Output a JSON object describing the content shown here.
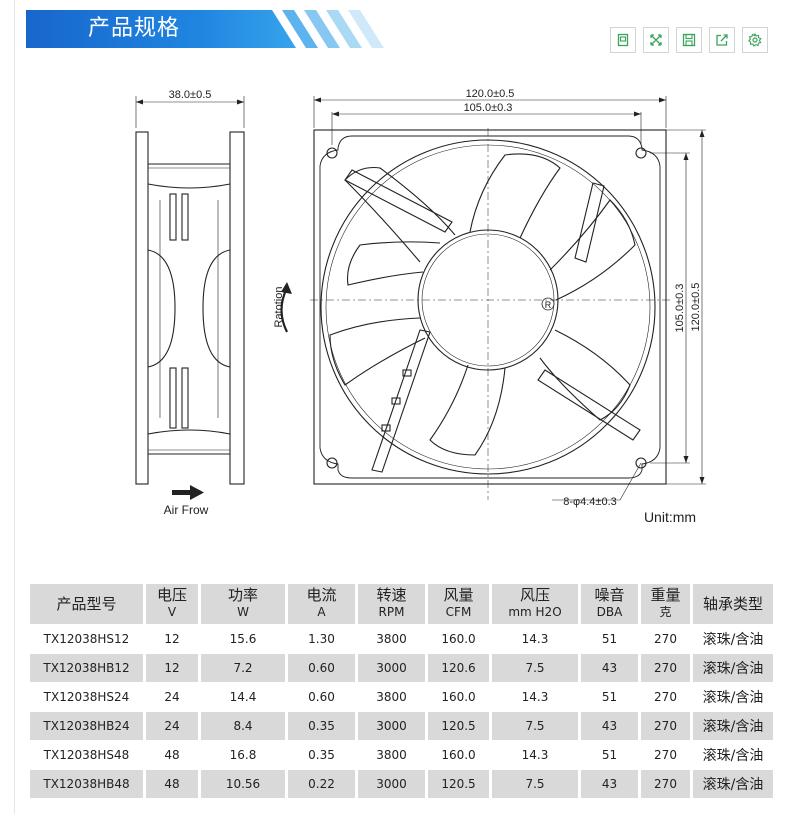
{
  "header": {
    "title": "产品规格"
  },
  "toolbar": {
    "icons": [
      "document-icon",
      "expand-icon",
      "save-icon",
      "share-icon",
      "settings-icon"
    ],
    "accent": "#3aa35a"
  },
  "drawing": {
    "dim_side_width": "38.0±0.5",
    "dim_front_width_outer": "120.0±0.5",
    "dim_front_width_inner": "105.0±0.3",
    "dim_height_inner": "105.0±0.3",
    "dim_height_outer": "120.0±0.5",
    "dim_holes": "8-φ4.4±0.3",
    "rotation_label": "Ratotion",
    "airflow_label": "Air Frow",
    "unit_label": "Unit:mm",
    "registered_mark": "R"
  },
  "table": {
    "headers": [
      {
        "main": "产品型号",
        "unit": ""
      },
      {
        "main": "电压",
        "unit": "V"
      },
      {
        "main": "功率",
        "unit": "W"
      },
      {
        "main": "电流",
        "unit": "A"
      },
      {
        "main": "转速",
        "unit": "RPM"
      },
      {
        "main": "风量",
        "unit": "CFM"
      },
      {
        "main": "风压",
        "unit": "mm H2O"
      },
      {
        "main": "噪音",
        "unit": "DBA"
      },
      {
        "main": "重量",
        "unit": "克"
      },
      {
        "main": "轴承类型",
        "unit": ""
      }
    ],
    "rows": [
      [
        "TX12038HS12",
        "12",
        "15.6",
        "1.30",
        "3800",
        "160.0",
        "14.3",
        "51",
        "270",
        "滚珠/含油"
      ],
      [
        "TX12038HB12",
        "12",
        "7.2",
        "0.60",
        "3000",
        "120.6",
        "7.5",
        "43",
        "270",
        "滚珠/含油"
      ],
      [
        "TX12038HS24",
        "24",
        "14.4",
        "0.60",
        "3800",
        "160.0",
        "14.3",
        "51",
        "270",
        "滚珠/含油"
      ],
      [
        "TX12038HB24",
        "24",
        "8.4",
        "0.35",
        "3000",
        "120.5",
        "7.5",
        "43",
        "270",
        "滚珠/含油"
      ],
      [
        "TX12038HS48",
        "48",
        "16.8",
        "0.35",
        "3800",
        "160.0",
        "14.3",
        "51",
        "270",
        "滚珠/含油"
      ],
      [
        "TX12038HB48",
        "48",
        "10.56",
        "0.22",
        "3000",
        "120.5",
        "7.5",
        "43",
        "270",
        "滚珠/含油"
      ]
    ]
  },
  "colors": {
    "header_blue": "#1a73d6",
    "table_gray": "#d9d9d9"
  }
}
